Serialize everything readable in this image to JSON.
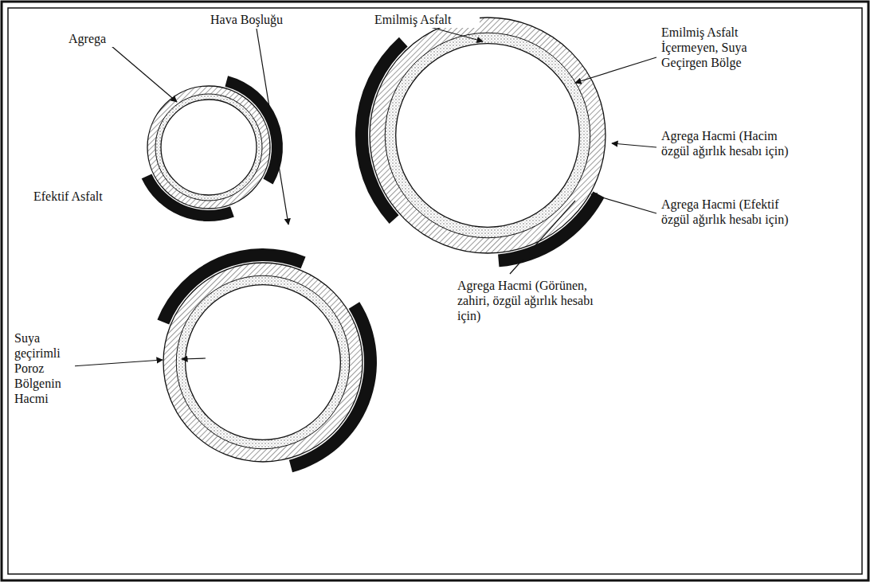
{
  "diagram": {
    "labels": [
      "Hava Boşluğu",
      "Emilmiş Asfalt",
      "Agrega",
      "Emilmiş Asfalt İçermeyen, Suya Geçirgen Bölge",
      "Agrega Hacmi (Hacim özgül ağırlık hesabı için)",
      "Efektif Asfalt",
      "Agrega Hacmi (Efektif özgül ağırlık hesabı için)",
      "Agrega Hacmi (Görünen, zahiri, özgül ağırlık hesabı için)",
      "Suya geçirimli Poroz Bölgenin Hacmi"
    ]
  }
}
